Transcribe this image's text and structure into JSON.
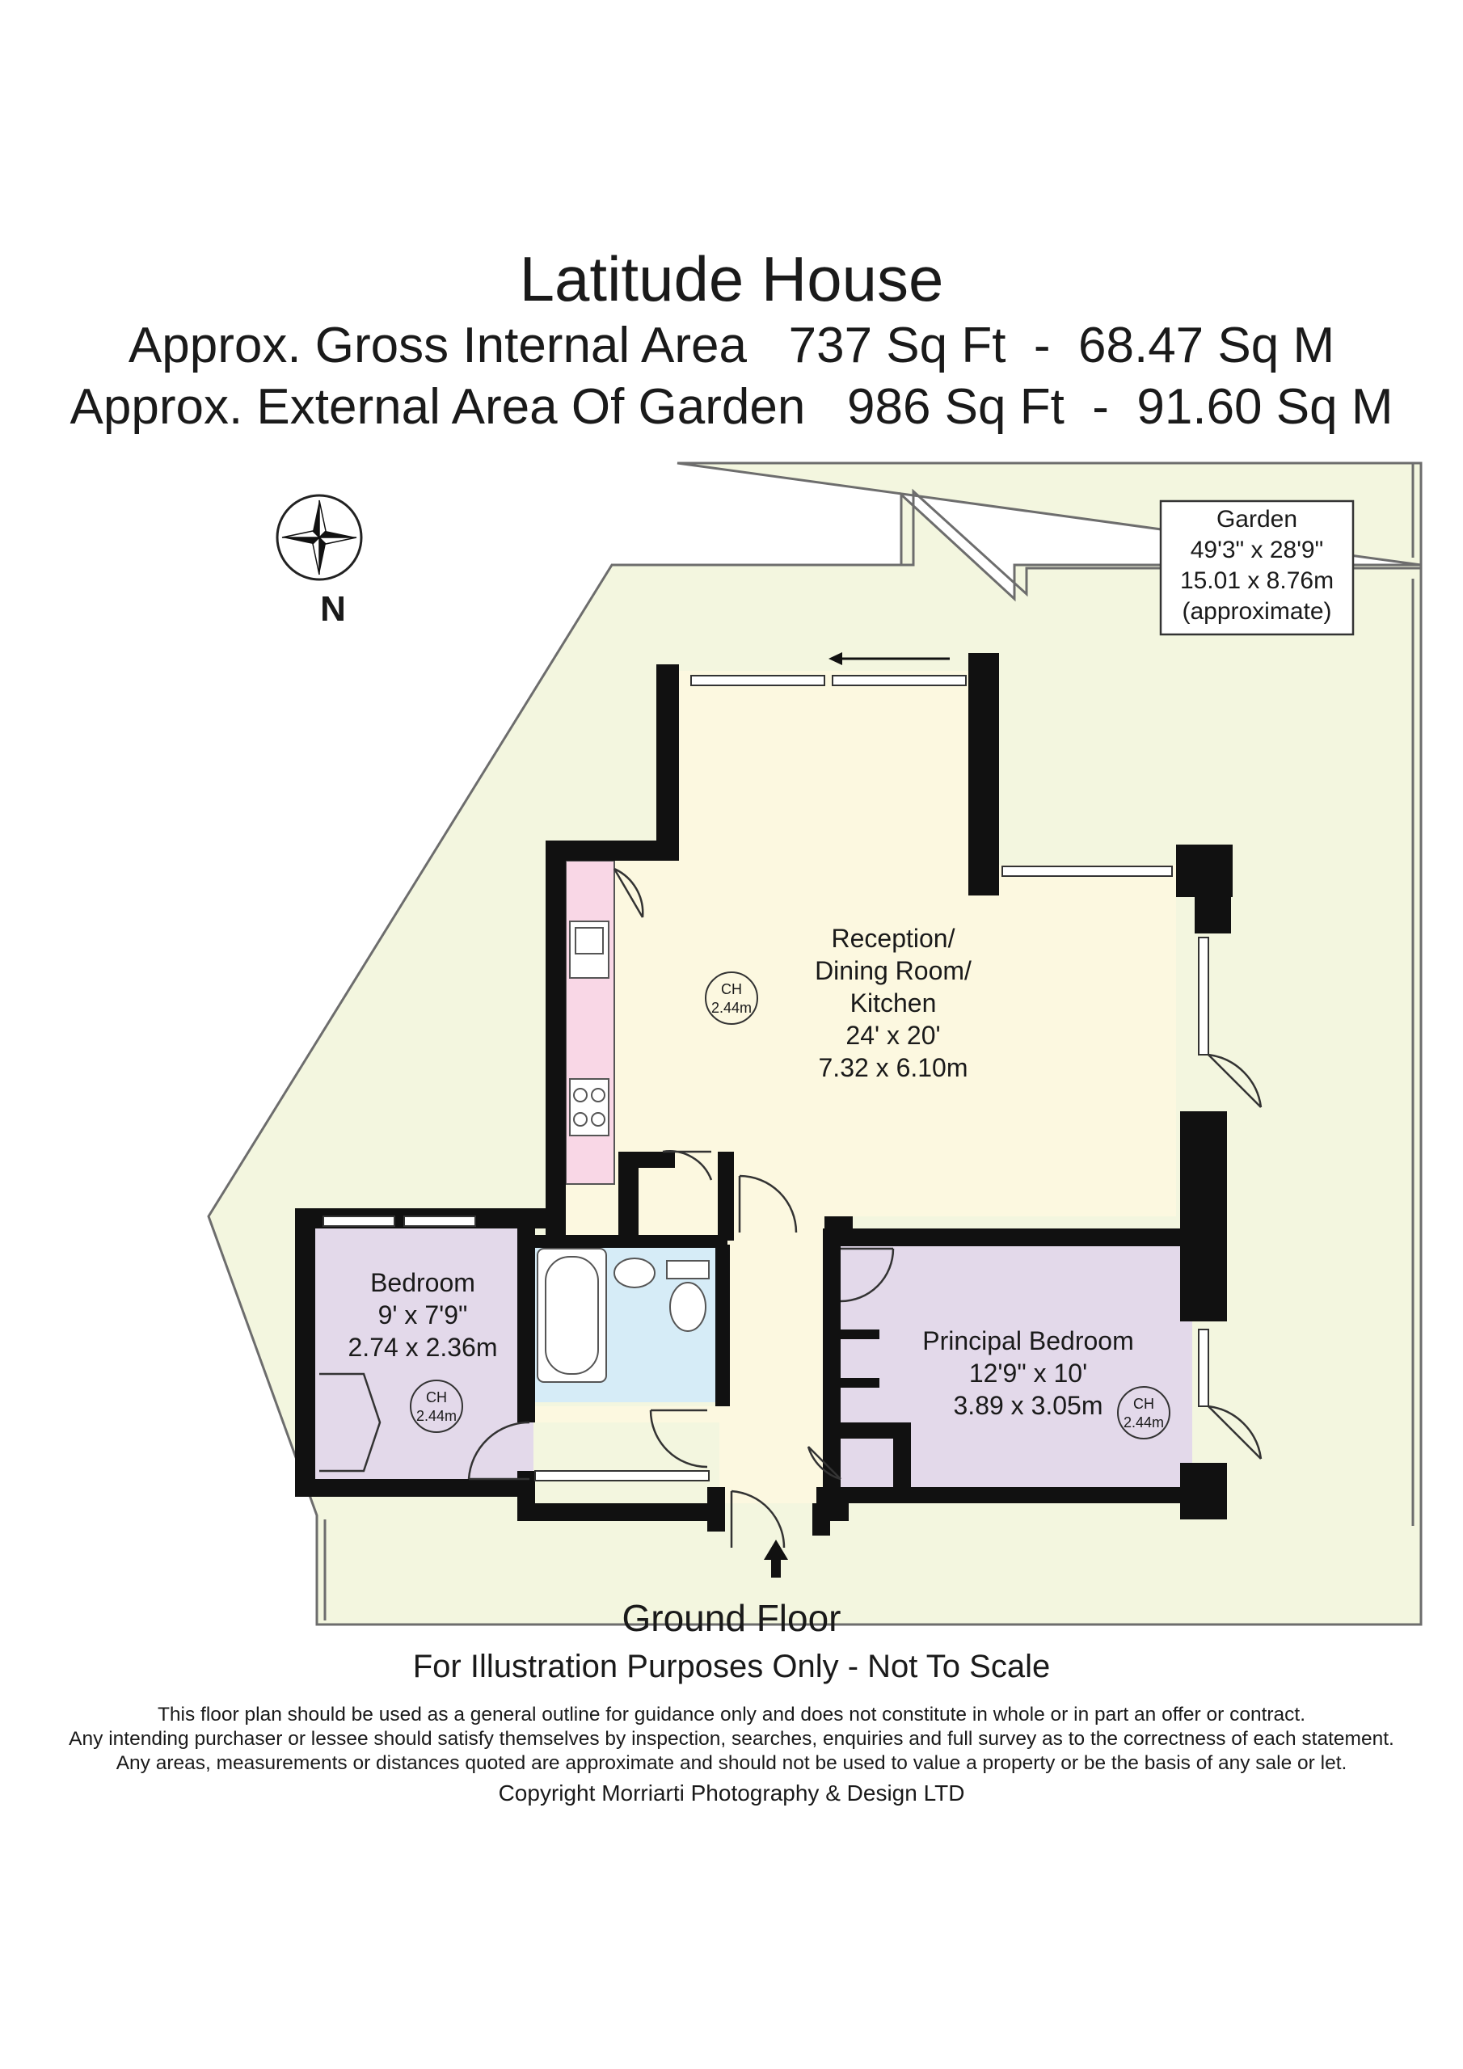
{
  "header": {
    "title": "Latitude House",
    "gross_internal_area": "Approx. Gross Internal Area   737 Sq Ft  -  68.47 Sq M",
    "external_area": "Approx. External Area Of Garden   986 Sq Ft  -  91.60 Sq M"
  },
  "compass": {
    "label": "N",
    "icon": "compass-rose-icon"
  },
  "rooms": {
    "garden": {
      "name": "Garden",
      "imperial": "49'3\" x 28'9\"",
      "metric": "15.01 x 8.76m",
      "note": "(approximate)"
    },
    "reception": {
      "name_line1": "Reception/",
      "name_line2": "Dining Room/",
      "name_line3": "Kitchen",
      "imperial": "24' x 20'",
      "metric": "7.32 x 6.10m"
    },
    "bedroom": {
      "name": "Bedroom",
      "imperial": "9' x 7'9\"",
      "metric": "2.74 x 2.36m"
    },
    "principal_bedroom": {
      "name": "Principal Bedroom",
      "imperial": "12'9\" x 10'",
      "metric": "3.89 x 3.05m"
    }
  },
  "ceiling_height": {
    "label": "CH",
    "value": "2.44m"
  },
  "colors": {
    "garden": "#f3f6df",
    "reception": "#fcf8e0",
    "bedroom": "#e3d9ea",
    "bathroom": "#d6ecf7",
    "kitchen_units": "#f9d7e6",
    "walls": "#111111"
  },
  "footer": {
    "floor_label": "Ground Floor",
    "illustration_note": "For Illustration Purposes Only - Not To Scale",
    "disclaimer_line1": "This floor plan should be used as a general outline for guidance only and does not constitute in whole or in part an offer or contract.",
    "disclaimer_line2": "Any intending purchaser or lessee should satisfy themselves by inspection, searches, enquiries and full survey as to the correctness of each statement.",
    "disclaimer_line3": "Any areas, measurements or distances quoted are approximate and should not be used to value a property or be the basis of any sale or let.",
    "copyright": "Copyright Morriarti Photography & Design LTD"
  }
}
